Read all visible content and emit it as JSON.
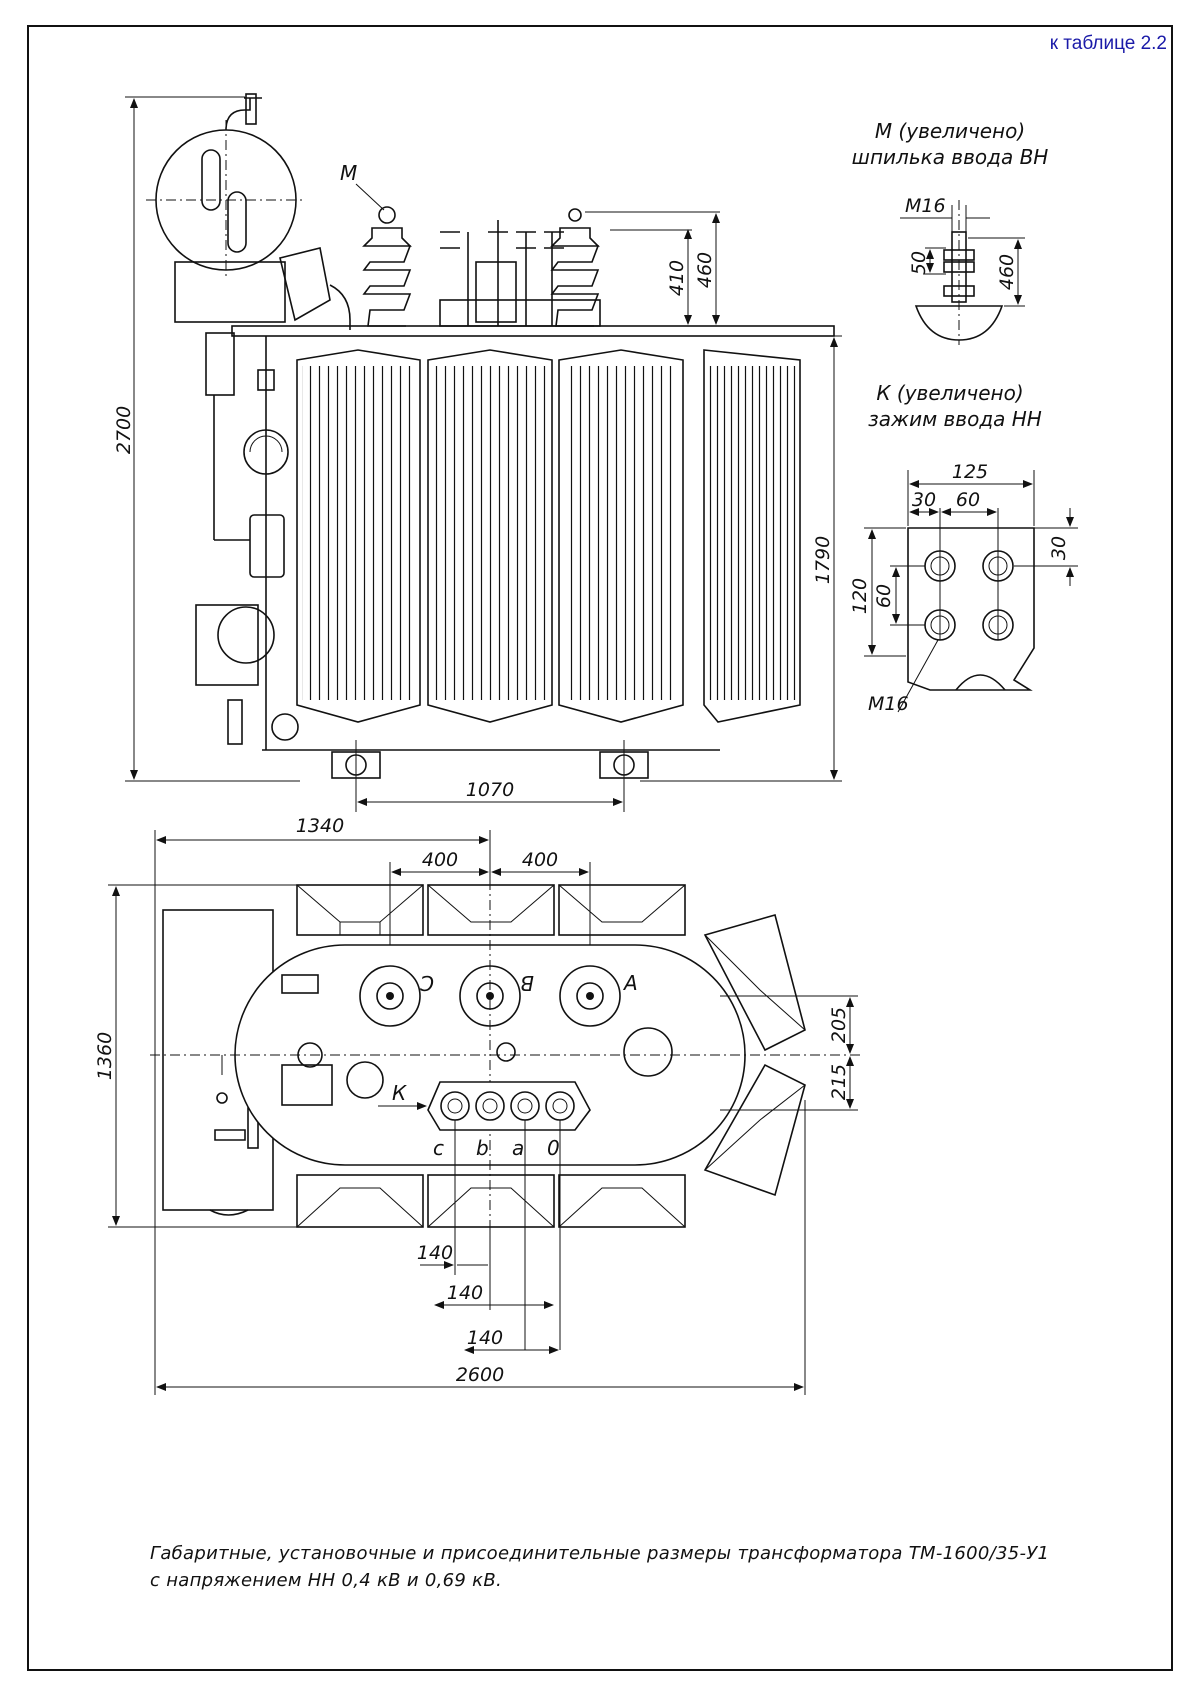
{
  "reference": "к таблице 2.2",
  "caption": {
    "line1": "Габаритные, установочные и присоединительные размеры трансформатора ТМ-1600/35-У1",
    "line2": "с напряжением НН 0,4 кВ и 0,69 кВ."
  },
  "detail_m": {
    "title": "М (увеличено)",
    "subtitle": "шпилька ввода ВН",
    "thread": "М16",
    "dim_50": "50",
    "dim_460": "460"
  },
  "detail_k": {
    "title": "К (увеличено)",
    "subtitle": "зажим ввода НН",
    "dim_125": "125",
    "dim_30a": "30",
    "dim_60a": "60",
    "dim_30b": "30",
    "dim_120": "120",
    "dim_60b": "60",
    "thread": "М16"
  },
  "front_view": {
    "height_total": "2700",
    "height_tank": "1790",
    "bushing_410": "410",
    "bushing_460": "460",
    "wheel_base": "1070",
    "marker_m": "М"
  },
  "plan_view": {
    "length_1340": "1340",
    "spacing_400a": "400",
    "spacing_400b": "400",
    "width_1360": "1360",
    "offset_205": "205",
    "offset_215": "215",
    "hv_labels": [
      "C",
      "B",
      "A"
    ],
    "lv_labels": [
      "c",
      "b",
      "a",
      "0"
    ],
    "marker_k": "К",
    "pitch_1": "140",
    "pitch_2": "140",
    "pitch_3": "140",
    "length_total": "2600"
  }
}
